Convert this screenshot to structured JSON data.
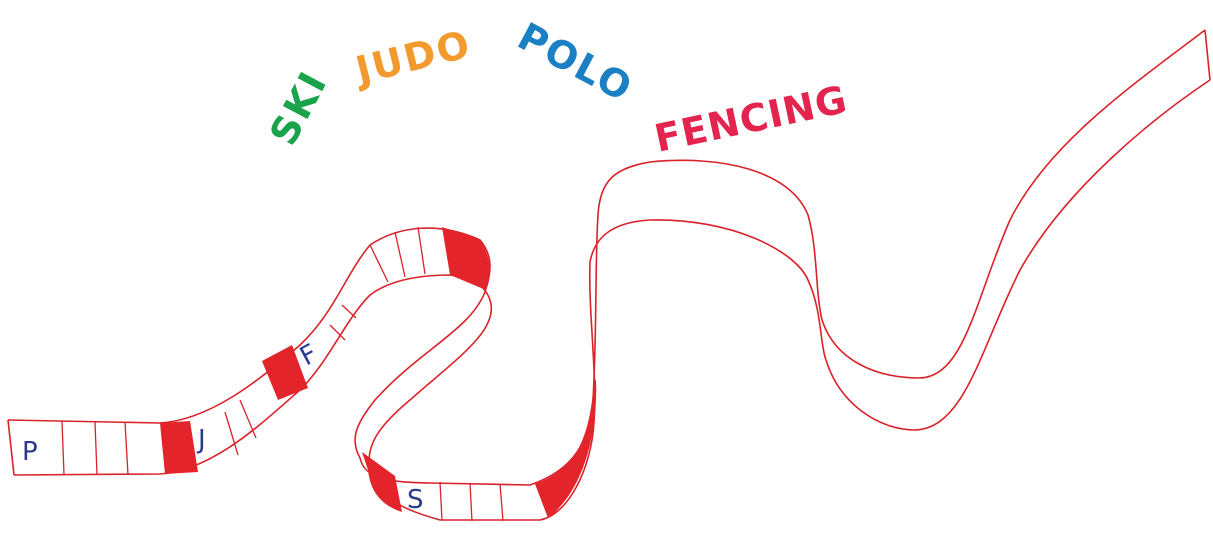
{
  "colors": {
    "ribbon_outline": "#d9222a",
    "ribbon_fill": "#e3242b",
    "letter": "#2b3a8c",
    "ski": "#1aa34a",
    "judo": "#f29a2e",
    "polo": "#1b7fc4",
    "fencing": "#e3244f"
  },
  "words": {
    "ski": "SKI",
    "judo": "JUDO",
    "polo": "POLO",
    "fencing": "FENCING"
  },
  "ribbon_letters": {
    "p": "P",
    "j": "J",
    "f": "F",
    "s": "S"
  }
}
